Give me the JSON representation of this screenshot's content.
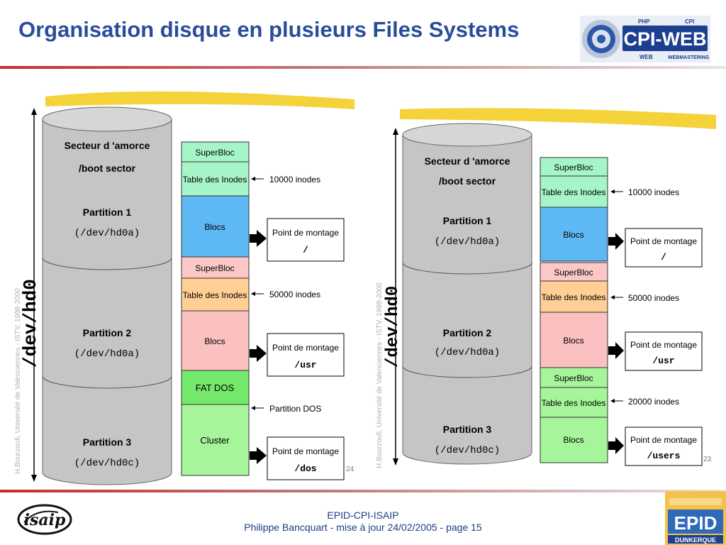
{
  "slide": {
    "title": "Organisation disque en plusieurs Files Systems",
    "footer_line1": "EPID-CPI-ISAIP",
    "footer_line2": "Philippe Bancquart  - mise à jour 24/02/2005 - page 15"
  },
  "logos": {
    "cpi_web": {
      "main": "CPI-WEB",
      "top_left": "PHP",
      "top_right": "CPI",
      "bottom_left": "WEB",
      "bottom_right": "WEBMASTERING"
    },
    "isaip": "isaip",
    "epid": {
      "main": "EPID",
      "sub": "DUNKERQUE"
    }
  },
  "left_diagram": {
    "device": "/dev/hd0",
    "credit": "H.Bourzoufi, Université de Valenciennes - ISTV, 1998-2000",
    "page_number": "24",
    "boot_line1": "Secteur d 'amorce",
    "boot_line2": "/boot sector",
    "partitions": [
      {
        "name": "Partition 1",
        "dev": "(/dev/hd0a)"
      },
      {
        "name": "Partition 2",
        "dev": "(/dev/hd0a)"
      },
      {
        "name": "Partition 3",
        "dev": "(/dev/hd0c)"
      }
    ],
    "blocks": [
      {
        "label": "SuperBloc",
        "color": "#a6f5c9"
      },
      {
        "label": "Table des Inodes",
        "color": "#a6f5c9"
      },
      {
        "label": "Blocs",
        "color": "#5eb8f3"
      },
      {
        "label": "SuperBloc",
        "color": "#fbc7c7"
      },
      {
        "label": "Table des Inodes",
        "color": "#ffcf95"
      },
      {
        "label": "Blocs",
        "color": "#fbc0c0"
      },
      {
        "label": "FAT DOS",
        "color": "#73e86b"
      },
      {
        "label": "Cluster",
        "color": "#a6f59a"
      }
    ],
    "annotations": [
      "10000 inodes",
      "50000 inodes",
      "Partition DOS"
    ],
    "mounts": [
      {
        "label": "Point de montage",
        "path": "/"
      },
      {
        "label": "Point de montage",
        "path": "/usr"
      },
      {
        "label": "Point de montage",
        "path": "/dos"
      }
    ]
  },
  "right_diagram": {
    "device": "/dev/hd0",
    "credit": "H.Bourzoufi, Université de Valenciennes - ISTV, 1998-2000",
    "page_number": "23",
    "boot_line1": "Secteur d 'amorce",
    "boot_line2": "/boot sector",
    "partitions": [
      {
        "name": "Partition 1",
        "dev": "(/dev/hd0a)"
      },
      {
        "name": "Partition 2",
        "dev": "(/dev/hd0a)"
      },
      {
        "name": "Partition 3",
        "dev": "(/dev/hd0c)"
      }
    ],
    "blocks": [
      {
        "label": "SuperBloc",
        "color": "#a6f5c9"
      },
      {
        "label": "Table des Inodes",
        "color": "#a6f5c9"
      },
      {
        "label": "Blocs",
        "color": "#5eb8f3"
      },
      {
        "label": "SuperBloc",
        "color": "#fbc7c7"
      },
      {
        "label": "Table des Inodes",
        "color": "#ffcf95"
      },
      {
        "label": "Blocs",
        "color": "#fbc0c0"
      },
      {
        "label": "SuperBloc",
        "color": "#a6f59a"
      },
      {
        "label": "Table des Inodes",
        "color": "#a6f59a"
      },
      {
        "label": "Blocs",
        "color": "#a6f59a"
      }
    ],
    "annotations": [
      "10000 inodes",
      "50000 inodes",
      "20000 inodes"
    ],
    "mounts": [
      {
        "label": "Point de montage",
        "path": "/"
      },
      {
        "label": "Point de montage",
        "path": "/usr"
      },
      {
        "label": "Point de montage",
        "path": "/users"
      }
    ]
  },
  "colors": {
    "title": "#2a4d9b",
    "highlight": "#f3d23a",
    "cylinder": "#c5c5c5",
    "footer_text": "#1f3c88"
  }
}
